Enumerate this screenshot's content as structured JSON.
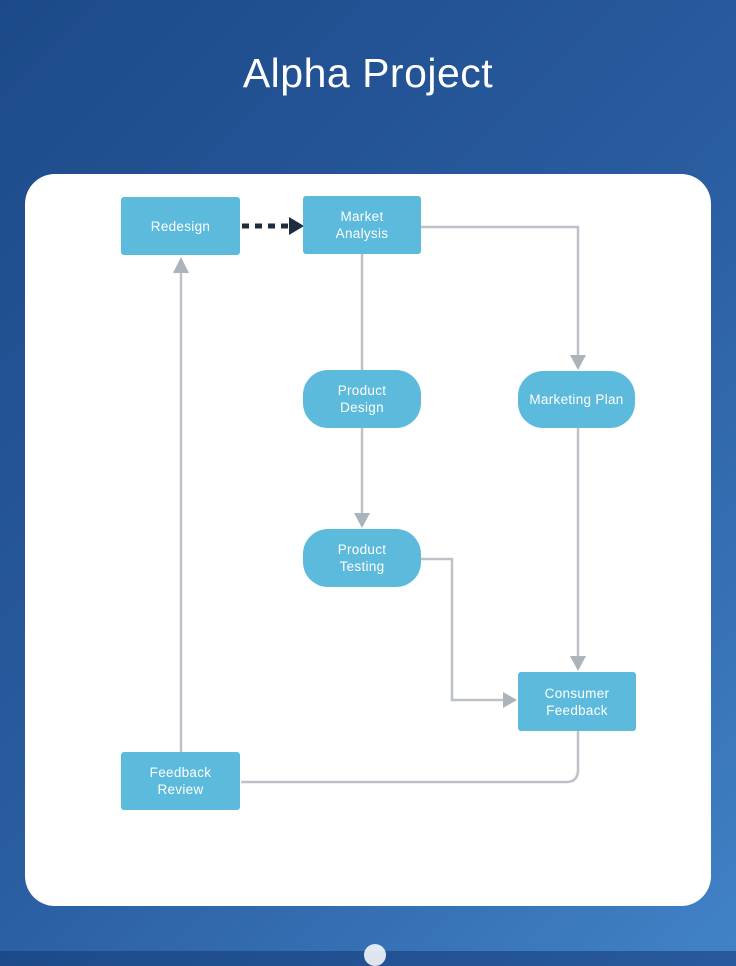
{
  "title": "Alpha Project",
  "diagram": {
    "nodes": {
      "redesign": {
        "label": "Redesign",
        "shape": "rectangle"
      },
      "market_analysis": {
        "label": "Market\nAnalysis",
        "shape": "rectangle"
      },
      "product_design": {
        "label": "Product\nDesign",
        "shape": "rounded"
      },
      "marketing_plan": {
        "label": "Marketing Plan",
        "shape": "rounded"
      },
      "product_testing": {
        "label": "Product\nTesting",
        "shape": "rounded"
      },
      "consumer_feedback": {
        "label": "Consumer\nFeedback",
        "shape": "rectangle"
      },
      "feedback_review": {
        "label": "Feedback\nReview",
        "shape": "rectangle"
      }
    },
    "edges": [
      {
        "from": "redesign",
        "to": "market_analysis",
        "style": "dashed-dark",
        "arrow": true
      },
      {
        "from": "market_analysis",
        "to": "product_design",
        "style": "solid-gray",
        "arrow": false
      },
      {
        "from": "market_analysis",
        "to": "marketing_plan",
        "style": "solid-gray",
        "arrow": true
      },
      {
        "from": "product_design",
        "to": "product_testing",
        "style": "solid-gray",
        "arrow": true
      },
      {
        "from": "marketing_plan",
        "to": "consumer_feedback",
        "style": "solid-gray",
        "arrow": true
      },
      {
        "from": "product_testing",
        "to": "consumer_feedback",
        "style": "solid-gray",
        "arrow": true
      },
      {
        "from": "consumer_feedback",
        "to": "feedback_review",
        "style": "solid-gray",
        "arrow": false
      },
      {
        "from": "feedback_review",
        "to": "redesign",
        "style": "solid-gray",
        "arrow": true
      }
    ],
    "colors": {
      "background_gradient_start": "#1c4a89",
      "background_gradient_end": "#4182c6",
      "card": "#ffffff",
      "node_fill": "#5cbadc",
      "node_text": "#ffffff",
      "connector": "#bcc2c8",
      "arrowhead": "#abb3bb",
      "dashed_arrow": "#1d2d3e",
      "title_text": "#ffffff"
    }
  }
}
